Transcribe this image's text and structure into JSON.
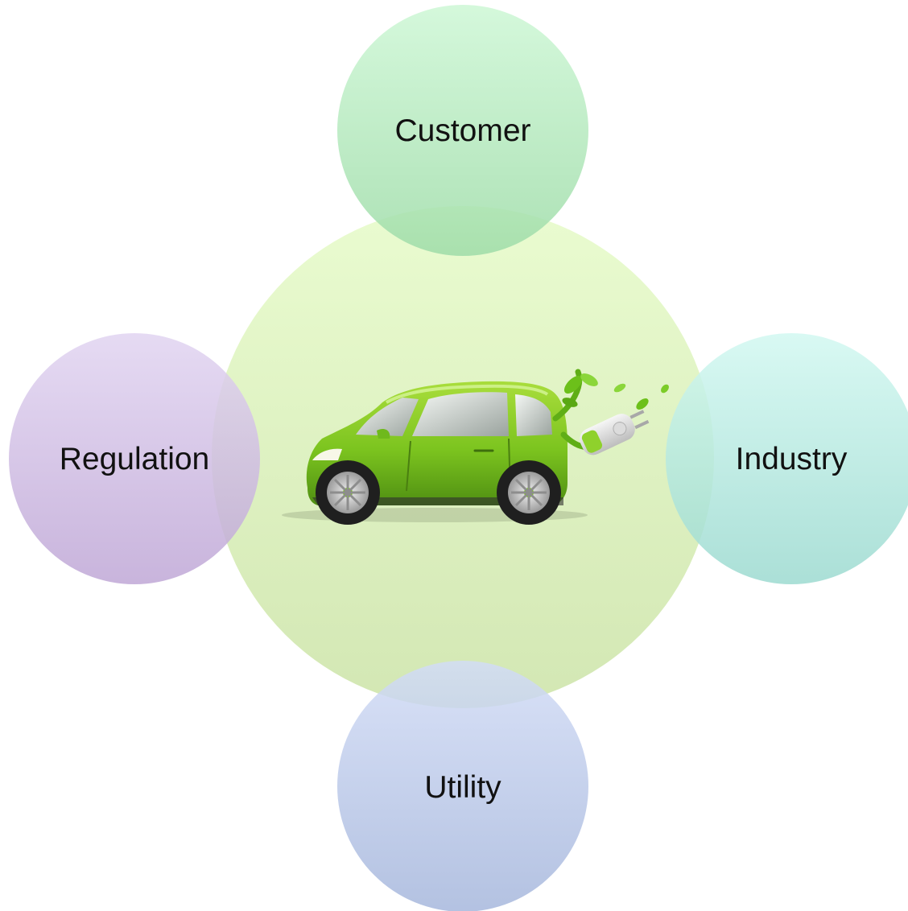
{
  "diagram": {
    "center": {
      "image": "electric-car-with-plug-and-leaves",
      "fill_top": "#e6fbc8",
      "fill_bottom": "#cbe3a6"
    },
    "nodes": {
      "customer": {
        "label": "Customer",
        "fill_top": "#cdf7d5",
        "fill_bottom": "#9edca8"
      },
      "industry": {
        "label": "Industry",
        "fill_top": "#d2f8f1",
        "fill_bottom": "#9cdad0"
      },
      "utility": {
        "label": "Utility",
        "fill_top": "#d2dcf6",
        "fill_bottom": "#a6b7dc"
      },
      "regulation": {
        "label": "Regulation",
        "fill_top": "#e1d4f1",
        "fill_bottom": "#bfa7d6"
      }
    }
  }
}
